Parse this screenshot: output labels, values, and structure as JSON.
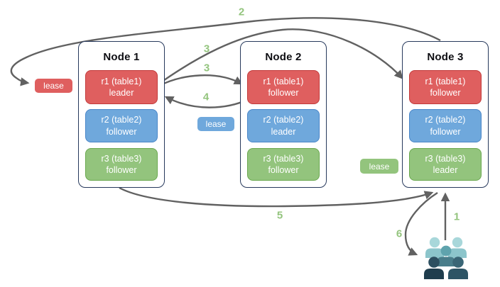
{
  "diagram": {
    "nodes": [
      {
        "title": "Node 1",
        "replicas": [
          {
            "name": "r1 (table1)",
            "role": "leader",
            "color": "red"
          },
          {
            "name": "r2 (table2)",
            "role": "follower",
            "color": "blue"
          },
          {
            "name": "r3 (table3)",
            "role": "follower",
            "color": "green"
          }
        ]
      },
      {
        "title": "Node 2",
        "replicas": [
          {
            "name": "r1 (table1)",
            "role": "follower",
            "color": "red"
          },
          {
            "name": "r2 (table2)",
            "role": "leader",
            "color": "blue"
          },
          {
            "name": "r3 (table3)",
            "role": "follower",
            "color": "green"
          }
        ]
      },
      {
        "title": "Node 3",
        "replicas": [
          {
            "name": "r1 (table1)",
            "role": "follower",
            "color": "red"
          },
          {
            "name": "r2 (table2)",
            "role": "follower",
            "color": "blue"
          },
          {
            "name": "r3 (table3)",
            "role": "leader",
            "color": "green"
          }
        ]
      }
    ],
    "leases": [
      {
        "label": "lease",
        "color": "red"
      },
      {
        "label": "lease",
        "color": "blue"
      },
      {
        "label": "lease",
        "color": "green"
      }
    ],
    "steps": {
      "s1": "1",
      "s2": "2",
      "s3a": "3",
      "s3b": "3",
      "s4": "4",
      "s5": "5",
      "s6": "6"
    },
    "icons": [
      {
        "name": "users-clients-icon"
      }
    ],
    "colors": {
      "red_fill": "#df5f5f",
      "red_border": "#c23b3b",
      "blue_fill": "#6fa8dc",
      "blue_border": "#4a86c8",
      "green_fill": "#93c47d",
      "green_border": "#6aa84f",
      "node_border": "#27395c",
      "arrow": "#616161",
      "step_label": "#93c47d"
    }
  }
}
